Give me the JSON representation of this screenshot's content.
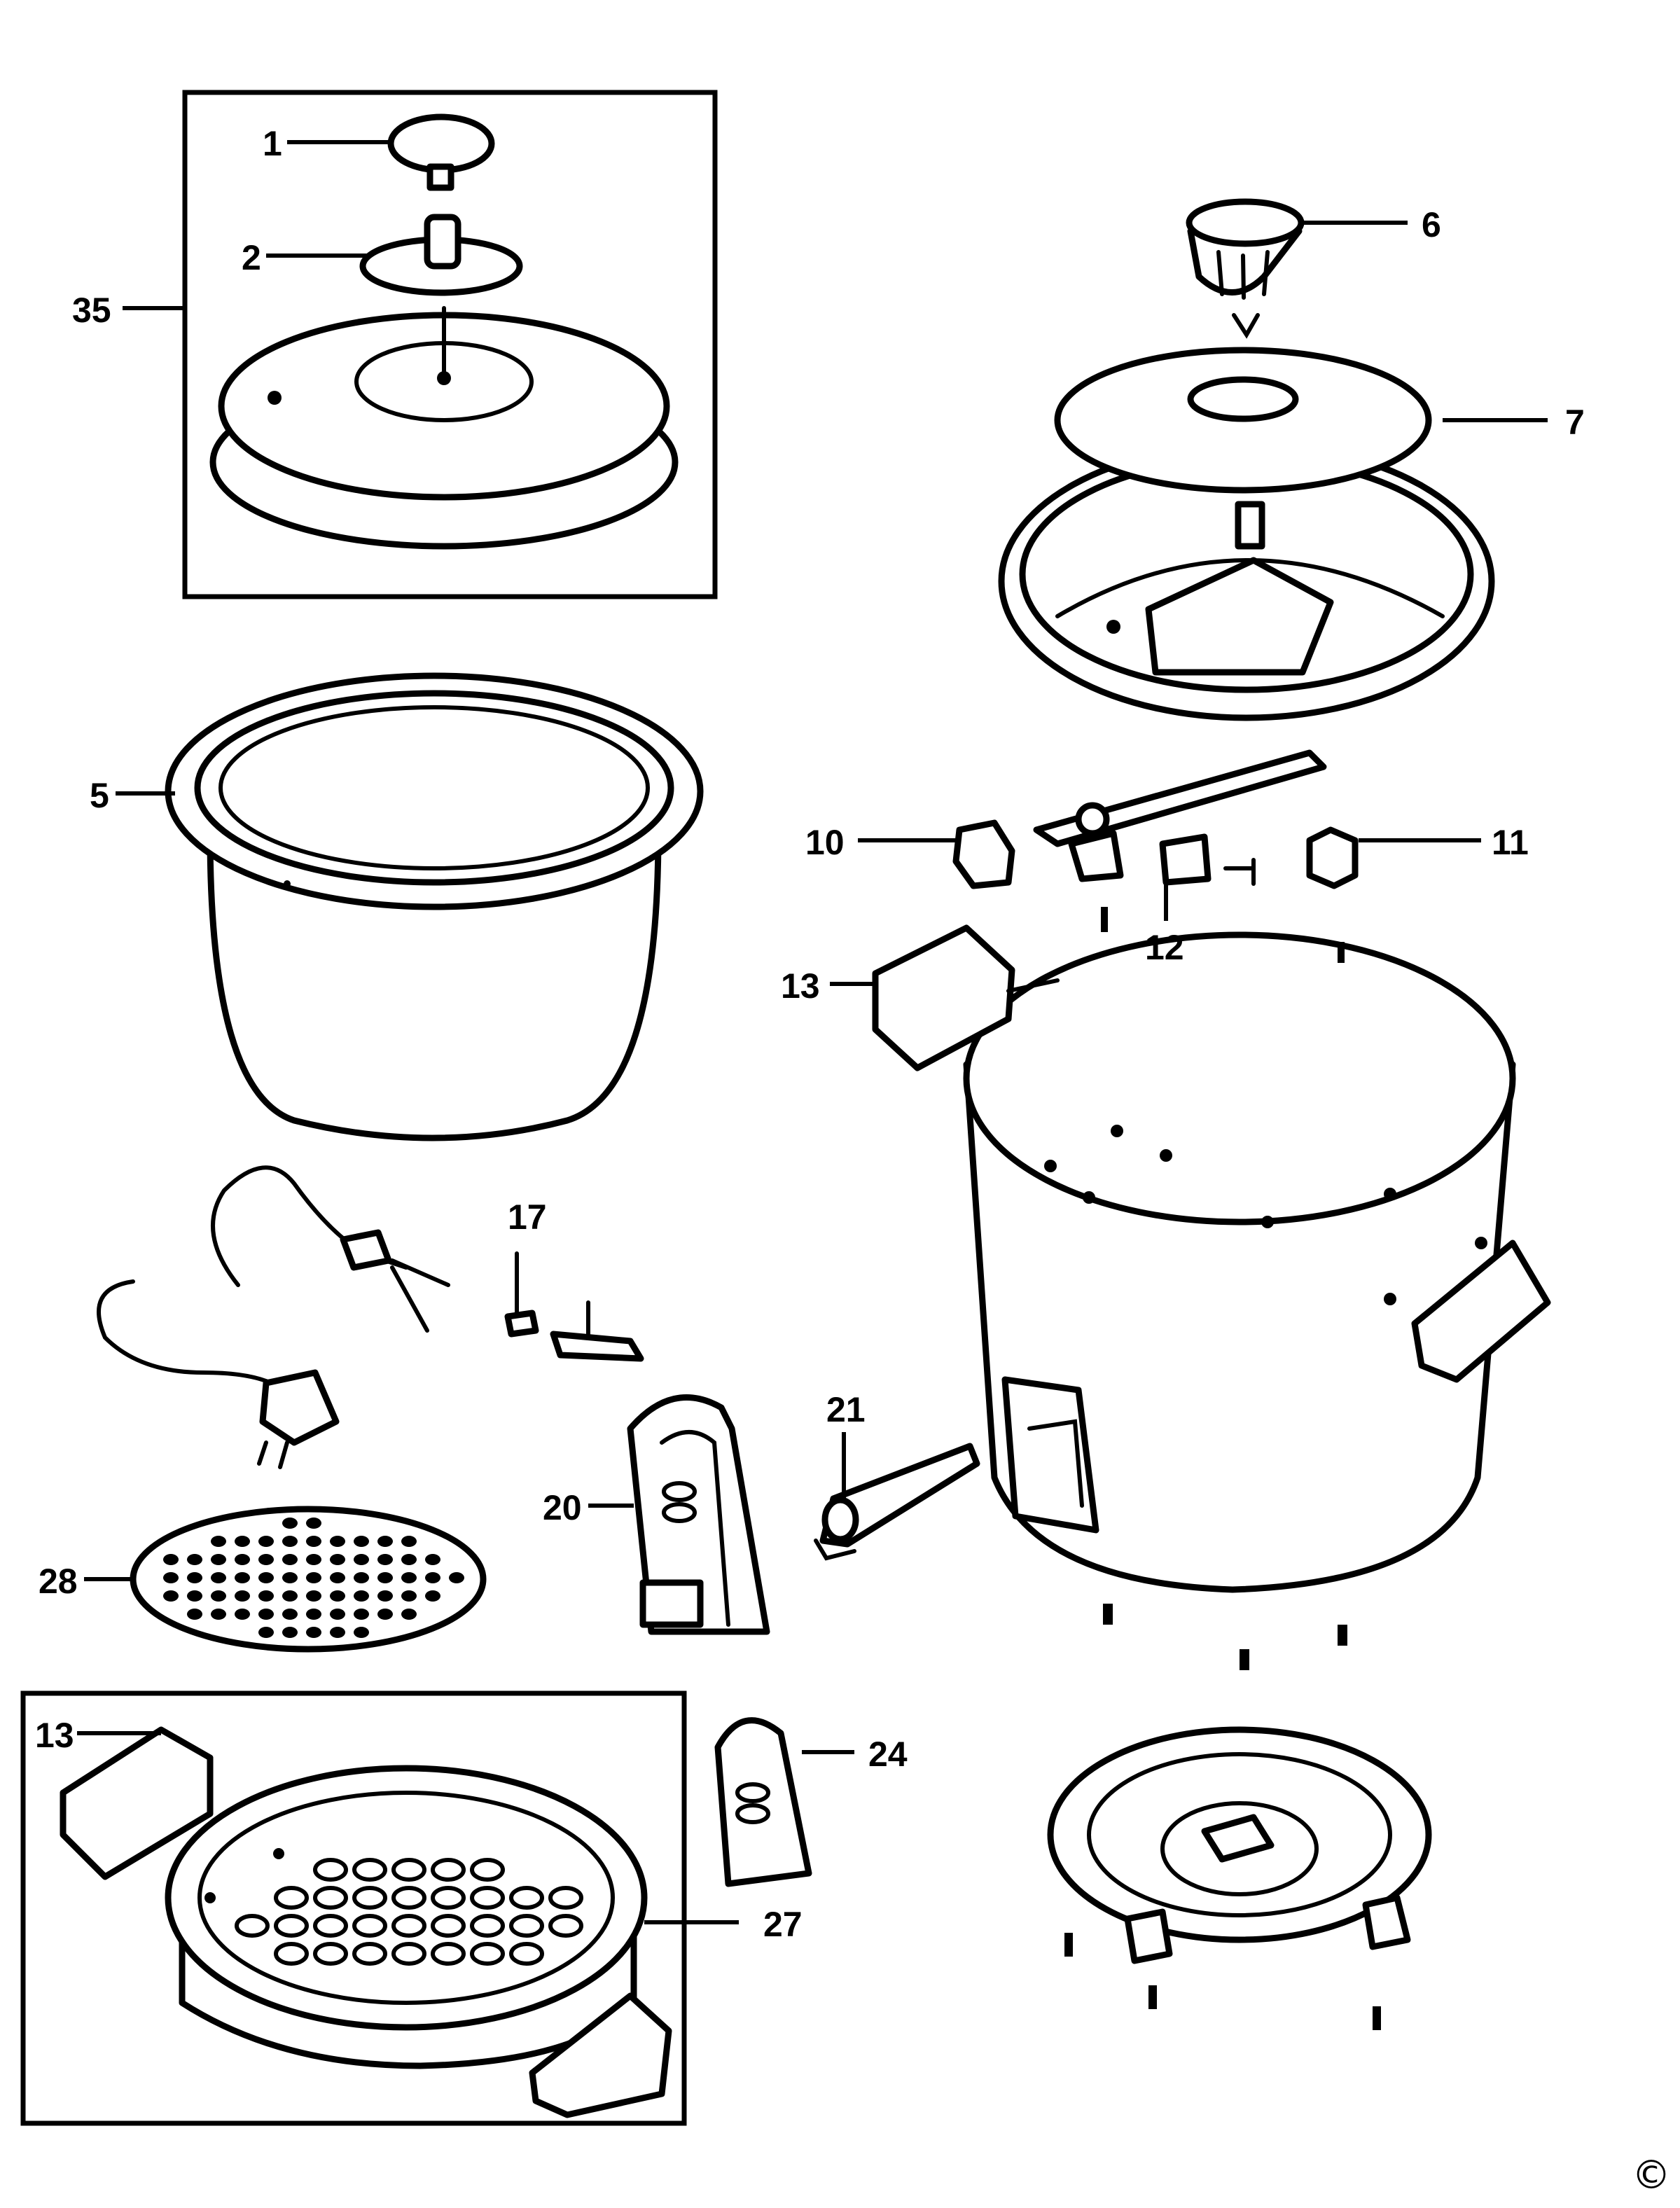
{
  "callouts": {
    "c1": "1",
    "c2": "2",
    "c35": "35",
    "c6": "6",
    "c7": "7",
    "c5": "5",
    "c10": "10",
    "c11": "11",
    "c12": "12",
    "c13a": "13",
    "c17": "17",
    "c20": "20",
    "c21": "21",
    "c28": "28",
    "c13b": "13",
    "c24": "24",
    "c27": "27"
  },
  "copyright": "©"
}
